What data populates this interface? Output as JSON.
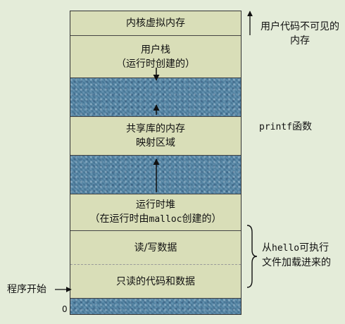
{
  "segments": {
    "kernel": "内核虚拟内存",
    "stack_line1": "用户栈",
    "stack_line2": "（运行时创建的）",
    "shared_line1": "共享库的内存",
    "shared_line2": "映射区域",
    "heap_line1": "运行时堆",
    "heap_line2_pre": "（在运行时由",
    "heap_line2_code": "malloc",
    "heap_line2_post": "创建的）",
    "rw": "读/写数据",
    "ro": "只读的代码和数据"
  },
  "annotations": {
    "invisible_line1": "用户代码不可见的",
    "invisible_line2": "内存",
    "printf_code": "printf",
    "printf_text": "函数",
    "loaded_line1_pre": "从",
    "loaded_line1_code": "hello",
    "loaded_line1_post": "可执行",
    "loaded_line2": "文件加载进来的",
    "program_start": "程序开始",
    "zero": "0"
  }
}
